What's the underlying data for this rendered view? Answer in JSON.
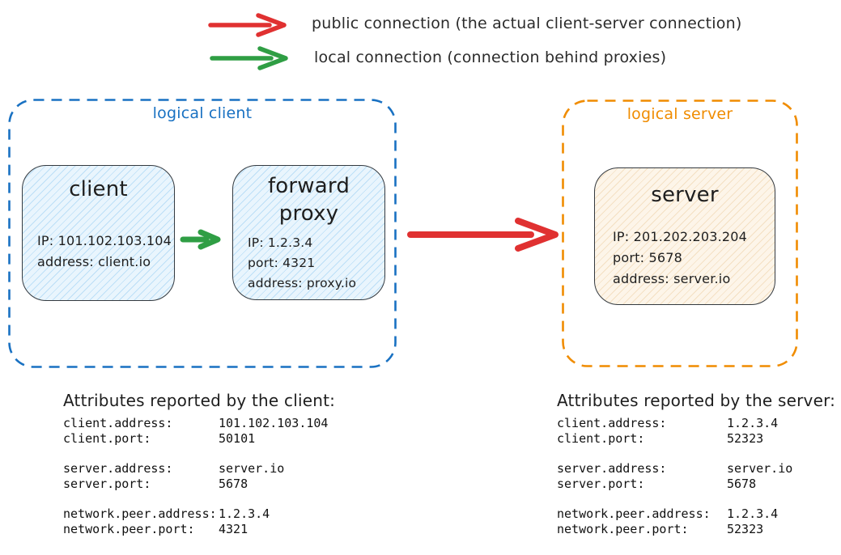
{
  "legend": {
    "items": [
      {
        "icon": "red-arrow-icon",
        "color": "#e03131",
        "label": "public connection (the actual client-server connection)"
      },
      {
        "icon": "green-arrow-icon",
        "color": "#2f9e44",
        "label": "local connection (connection behind proxies)"
      }
    ]
  },
  "groups": {
    "logical_client": {
      "label": "logical client",
      "color": "#1971c2"
    },
    "logical_server": {
      "label": "logical server",
      "color": "#f08c00"
    }
  },
  "nodes": {
    "client": {
      "title": "client",
      "lines": [
        "IP: 101.102.103.104",
        "address: client.io"
      ]
    },
    "forward_proxy": {
      "title": "forward proxy",
      "lines": [
        "IP: 1.2.3.4",
        "port: 4321",
        "address: proxy.io"
      ]
    },
    "server": {
      "title": "server",
      "lines": [
        "IP: 201.202.203.204",
        "port: 5678",
        "address: server.io"
      ]
    }
  },
  "connections": {
    "public": {
      "name": "public connection",
      "color": "#e03131"
    },
    "local": {
      "name": "local connection",
      "color": "#2f9e44"
    }
  },
  "tables": {
    "client": {
      "heading": "Attributes reported by the client:",
      "rows": [
        {
          "key": "client.address:",
          "value": "101.102.103.104"
        },
        {
          "key": "client.port:",
          "value": "50101"
        },
        {
          "key": "server.address:",
          "value": "server.io"
        },
        {
          "key": "server.port:",
          "value": "5678"
        },
        {
          "key": "network.peer.address:",
          "value": "1.2.3.4"
        },
        {
          "key": "network.peer.port:",
          "value": "4321"
        }
      ]
    },
    "server": {
      "heading": "Attributes reported by the server:",
      "rows": [
        {
          "key": "client.address:",
          "value": "1.2.3.4"
        },
        {
          "key": "client.port:",
          "value": "52323"
        },
        {
          "key": "server.address:",
          "value": "server.io"
        },
        {
          "key": "server.port:",
          "value": "5678"
        },
        {
          "key": "network.peer.address:",
          "value": "1.2.3.4"
        },
        {
          "key": "network.peer.port:",
          "value": "52323"
        }
      ]
    }
  }
}
